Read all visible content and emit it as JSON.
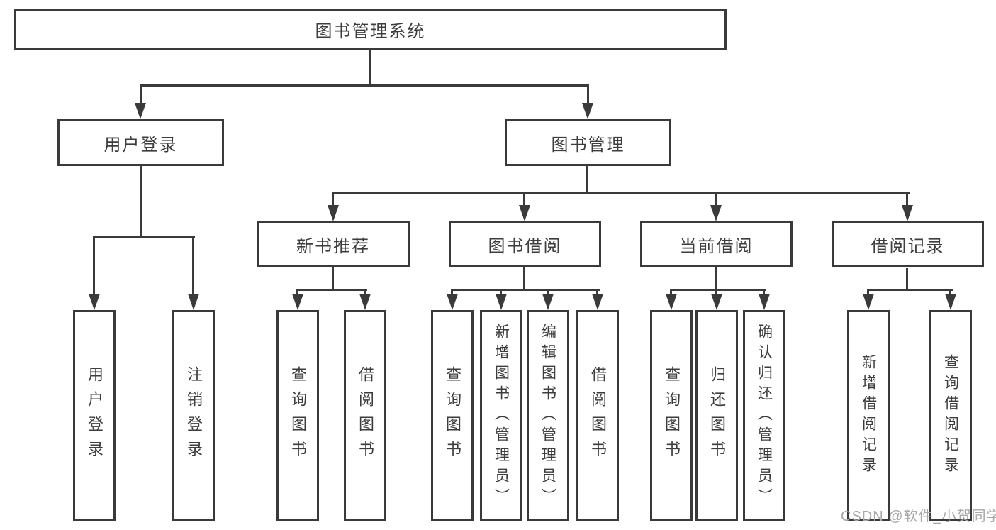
{
  "diagram": {
    "root": "图书管理系统",
    "level2": {
      "user_login": "用户登录",
      "book_management": "图书管理"
    },
    "level3": {
      "new_book_recommend": "新书推荐",
      "book_borrow": "图书借阅",
      "current_borrow": "当前借阅",
      "borrow_records": "借阅记录"
    },
    "level4": {
      "user_login_children": [
        "用户登录",
        "注销登录"
      ],
      "new_book_children": [
        "查询图书",
        "借阅图书"
      ],
      "book_borrow_children": [
        "查询图书",
        "新增图书（管理员）",
        "编辑图书（管理员）",
        "借阅图书"
      ],
      "current_borrow_children": [
        "查询图书",
        "归还图书",
        "确认归还（管理员）"
      ],
      "borrow_record_children": [
        "新增借阅记录",
        "查询借阅记录"
      ]
    }
  },
  "watermark": "CSDN @软件_小贺同学",
  "colors": {
    "line": "#3a3a3a",
    "text": "#3d3d3d",
    "watermark": "#a8a8a8",
    "background": "#ffffff"
  }
}
